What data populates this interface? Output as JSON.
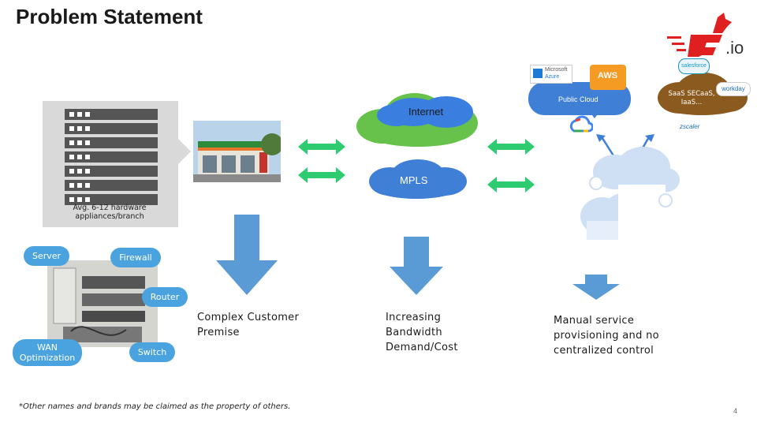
{
  "title": "Problem Statement",
  "logo": {
    "text": ".io",
    "brand_color": "#e02020"
  },
  "branch": {
    "server_caption": "Avg. 6-12 hardware appliances/branch",
    "labels": {
      "server": "Server",
      "firewall": "Firewall",
      "router": "Router",
      "wan": "WAN Optimization",
      "switch": "Switch"
    }
  },
  "clouds": {
    "internet": "Internet",
    "mpls": "MPLS",
    "public_cloud": "Public Cloud",
    "saas": "SaaS SECaaS, IaaS..."
  },
  "vendors": {
    "azure_line1": "Microsoft",
    "azure_line2": "Azure",
    "aws": "AWS",
    "salesforce": "salesforce",
    "workday": "workday",
    "zscaler": "zscaler"
  },
  "captions": {
    "premise": "Complex Customer Premise",
    "bandwidth": "Increasing Bandwidth Demand/Cost",
    "manual": "Manual service provisioning and no centralized control"
  },
  "footnote": "*Other names and brands may be claimed as the property of others.",
  "page_number": "4",
  "colors": {
    "arrow_blue": "#5b9bd5",
    "green_arrow": "#2ecc71",
    "cloud_green": "#66c24a",
    "cloud_blue": "#3f7fd6",
    "saas_brown": "#8b5a1e"
  }
}
